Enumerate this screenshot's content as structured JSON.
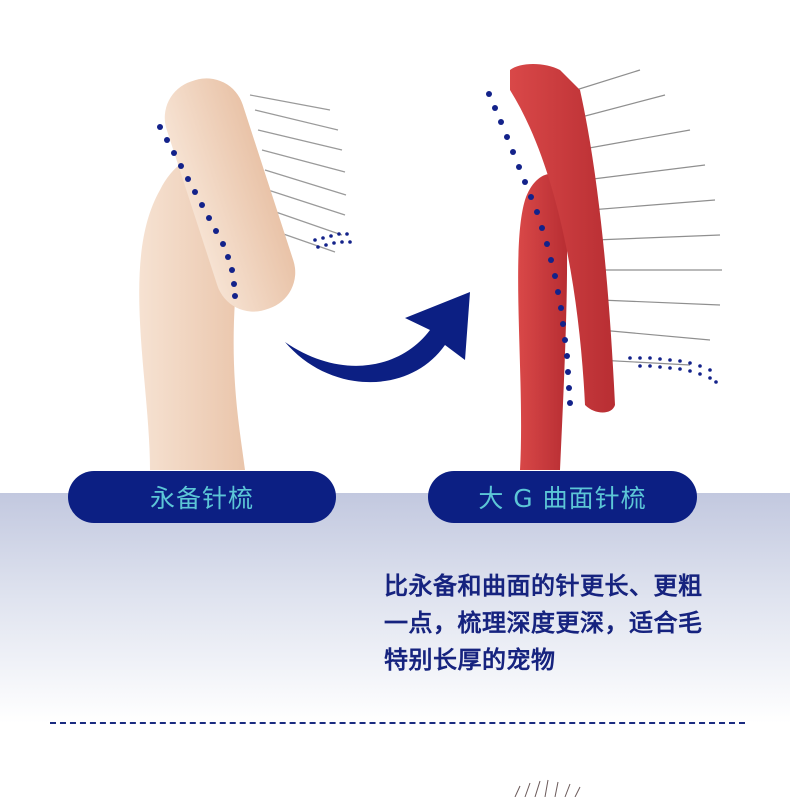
{
  "comparison": {
    "left_label": "永备针梳",
    "right_label": "大 G 曲面针梳",
    "description_lines": [
      "比永备和曲面的针更长、更粗",
      "一点，梳理深度更深，适合毛",
      "特别长厚的宠物"
    ]
  },
  "colors": {
    "pill_bg": "#0c1f83",
    "pill_text": "#5cc6d6",
    "description_text": "#16237f",
    "wood": "#f1d3bd",
    "red_brush": "#cf3b3b"
  }
}
